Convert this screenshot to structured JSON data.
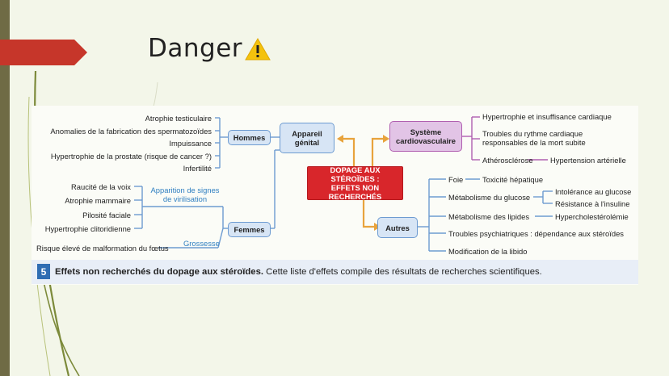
{
  "slide": {
    "title": "Danger",
    "warning_icon": "warning-icon"
  },
  "diagram": {
    "center": "DOPAGE AUX STÉROÏDES :\nEFFETS NON RECHERCHÉS",
    "appareil_genital": "Appareil\ngénital",
    "hommes": "Hommes",
    "femmes": "Femmes",
    "hommes_effects": [
      "Atrophie testiculaire",
      "Anomalies de la fabrication des spermatozoïdes",
      "Impuissance",
      "Hypertrophie de la prostate (risque de cancer ?)",
      "Infertilité"
    ],
    "virilisation_label": "Apparition de signes\nde virilisation",
    "virilisation_effects": [
      "Raucité de la voix",
      "Atrophie mammaire",
      "Pilosité faciale",
      "Hypertrophie clitoridienne"
    ],
    "grossesse_label": "Grossesse",
    "grossesse_effect": "Risque élevé de malformation du fœtus",
    "systeme_cardio": "Système\ncardiovasculaire",
    "cardio_effects": {
      "hypertrophie": "Hypertrophie et insuffisance cardiaque",
      "troubles_rythme": "Troubles du rythme cardiaque\nresponsables de la mort subite",
      "atherosclerose": "Athérosclérose",
      "hypertension": "Hypertension artérielle"
    },
    "autres": "Autres",
    "autres_effects": {
      "foie": "Foie",
      "toxicite": "Toxicité hépatique",
      "metabolisme_glucose": "Métabolisme du glucose",
      "intolerance": "Intolérance au glucose",
      "resistance": "Résistance à l'insuline",
      "metabolisme_lipides": "Métabolisme des lipides",
      "hypercholesterolemie": "Hypercholestérolémie",
      "troubles_psy": "Troubles psychiatriques : dépendance aux stéroïdes",
      "libido": "Modification de la libido"
    }
  },
  "caption": {
    "number": "5",
    "bold": "Effets non recherchés du dopage aux stéroïdes.",
    "text": " Cette liste d'effets compile des résultats de recherches scientifiques."
  },
  "colors": {
    "blue_line": "#6d9bd1",
    "orange": "#e8a33c",
    "purple": "#b05fb0",
    "red_box": "#d8262b"
  }
}
